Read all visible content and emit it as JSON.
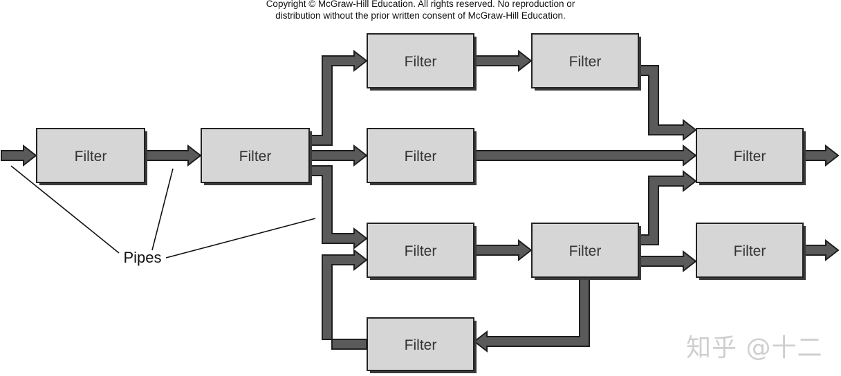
{
  "header": {
    "copyright_line1": "Copyright © McGraw-Hill Education. All rights reserved. No reproduction or",
    "copyright_line2": "distribution without the prior written consent of McGraw-Hill Education."
  },
  "diagram": {
    "filters": [
      {
        "id": "f1",
        "label": "Filter"
      },
      {
        "id": "f2",
        "label": "Filter"
      },
      {
        "id": "f3",
        "label": "Filter"
      },
      {
        "id": "f4",
        "label": "Filter"
      },
      {
        "id": "f5",
        "label": "Filter"
      },
      {
        "id": "f6",
        "label": "Filter"
      },
      {
        "id": "f7",
        "label": "Filter"
      },
      {
        "id": "f8",
        "label": "Filter"
      },
      {
        "id": "f9",
        "label": "Filter"
      },
      {
        "id": "f10",
        "label": "Filter"
      }
    ],
    "pipes_label": "Pipes",
    "colors": {
      "filter_fill": "#d6d6d6",
      "pipe_fill": "#5a5a5a",
      "outline": "#222222"
    }
  },
  "watermark": "知乎 @十二"
}
